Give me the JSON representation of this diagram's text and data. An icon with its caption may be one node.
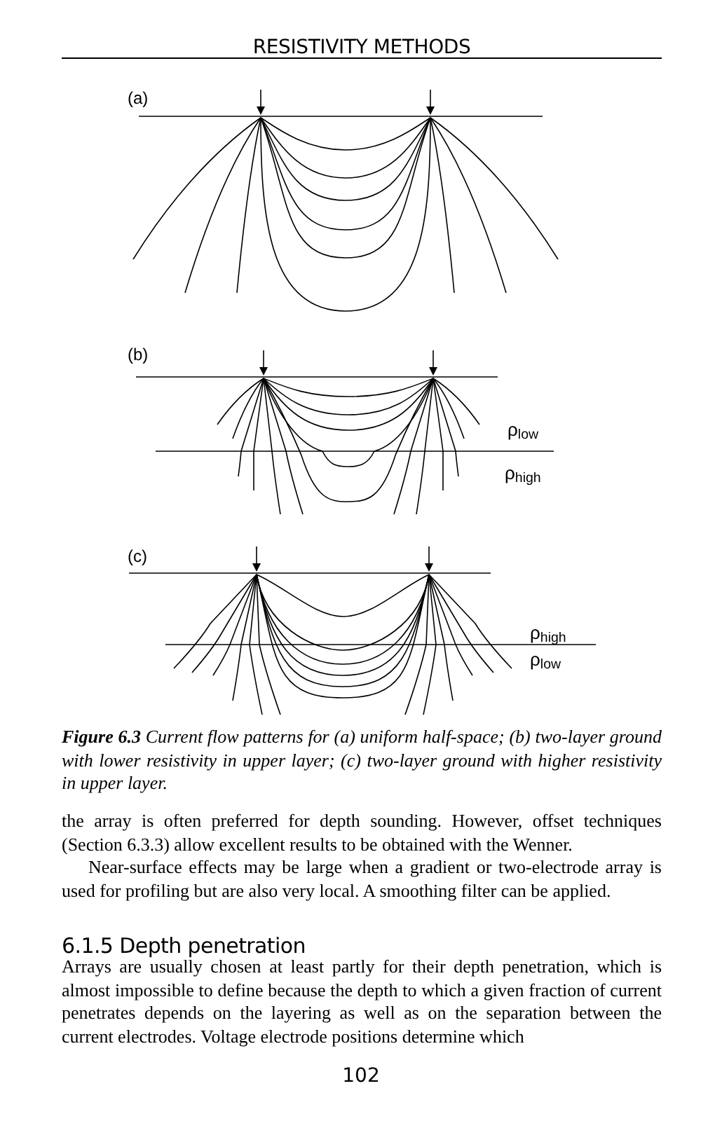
{
  "diagram": {
    "title": "RESISTIVITY METHODS",
    "caption": "**Figure 6.3** Current flow patterns for (a) uniform half-space; (b) two-layer ground with lower resistivity in upper layer; (c) two-layer ground with higher resistivity in upper layer.",
    "labels": [
      "(a)",
      "(b)",
      "ρ$_{low}$",
      "ρ$_{high}$",
      "(c)",
      "ρ$_{high}$",
      "ρ$_{low}$",
      "the array is often preferred for depth sounding. However, offset techniques (Section 6.3.3) allow excellent results to be obtained with the Wenner.",
      "Near-surface effects may be large when a gradient or two-electrode array is used for profiling but are also very local. A smoothing filter can be applied.",
      "6.1.5 Depth penetration",
      "Arrays are usually chosen at least partly for their depth penetration, which is almost impossible to define because the depth to which a given fraction of current penetrates depends on the layering as well as on the separation between the current electrodes. Voltage electrode positions determine which",
      "102"
    ]
  }
}
